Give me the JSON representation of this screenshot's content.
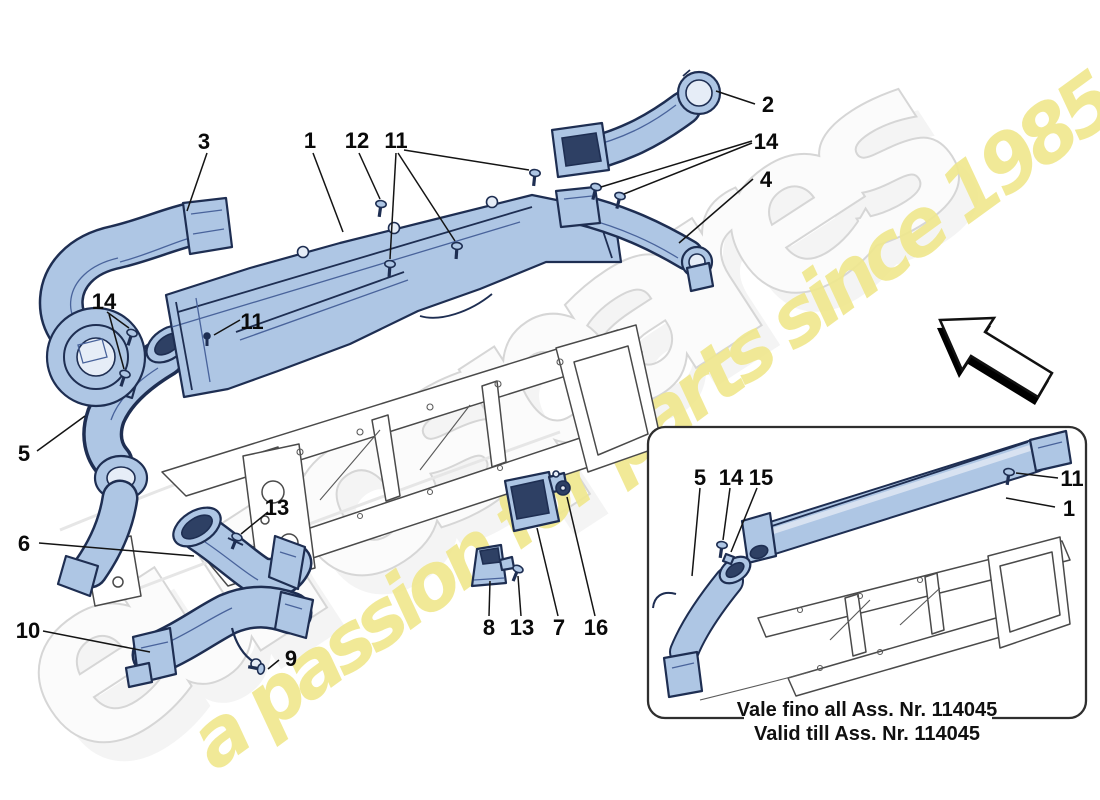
{
  "watermark": {
    "brand": "eurospares",
    "tagline": "a passion for parts since 1985"
  },
  "colors": {
    "part_fill": "#aec6e4",
    "part_stroke": "#1e2e52",
    "wm_brand_fill": "#fbfbfb",
    "wm_brand_outline": "#d6d6d6",
    "wm_tagline": "#f0e88f",
    "label_color": "#0a0a0a",
    "line_art": "#4a4a4a"
  },
  "diagram": {
    "description": "Dashboard air ducts exploded parts diagram",
    "callouts": [
      {
        "n": "3"
      },
      {
        "n": "1"
      },
      {
        "n": "12"
      },
      {
        "n": "11"
      },
      {
        "n": "2"
      },
      {
        "n": "14"
      },
      {
        "n": "4"
      },
      {
        "n": "14"
      },
      {
        "n": "11"
      },
      {
        "n": "5"
      },
      {
        "n": "6"
      },
      {
        "n": "13"
      },
      {
        "n": "10"
      },
      {
        "n": "9"
      },
      {
        "n": "8"
      },
      {
        "n": "13"
      },
      {
        "n": "7"
      },
      {
        "n": "16"
      }
    ]
  },
  "inset": {
    "callouts": [
      {
        "n": "5"
      },
      {
        "n": "14"
      },
      {
        "n": "15"
      },
      {
        "n": "11"
      },
      {
        "n": "1"
      }
    ],
    "caption_line1": "Vale fino all Ass. Nr. 114045",
    "caption_line2": "Valid till Ass. Nr. 114045"
  }
}
